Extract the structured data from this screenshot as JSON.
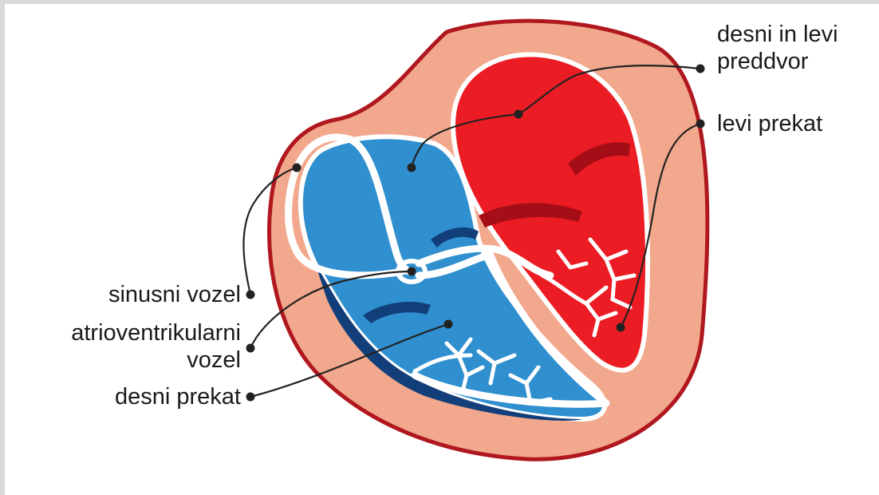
{
  "labels": {
    "atria": "desni in levi\npreddvor",
    "left_ventricle": "levi prekat",
    "sinus_node": "sinusni vozel",
    "av_node": "atrioventrikularni\nvozel",
    "right_ventricle": "desni prekat"
  },
  "colors": {
    "outline": "#b0171f",
    "myocardium": "#f2a88c",
    "right_side": "#2f8fcf",
    "right_side_dark": "#123f7a",
    "left_side": "#ec1c24",
    "left_side_dark": "#a50e16",
    "conduction": "#ffffff",
    "leader": "#222222"
  }
}
